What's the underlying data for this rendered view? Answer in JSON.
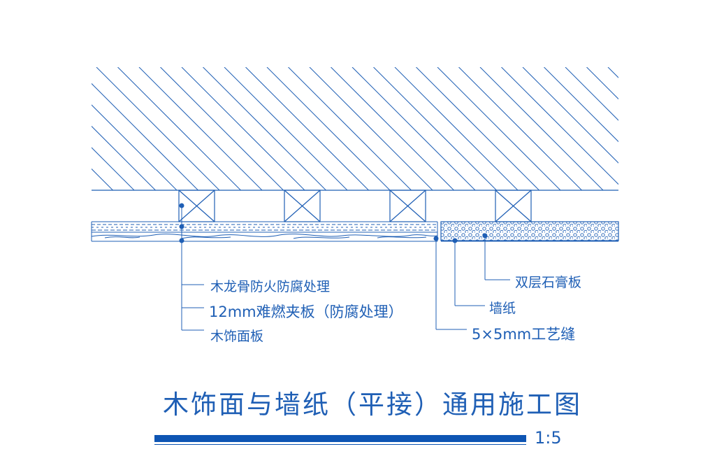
{
  "colors": {
    "line": "#1f5fb5",
    "bar": "#0e55b3",
    "background": "#ffffff"
  },
  "diagram": {
    "title": "木饰面与墙纸（平接）通用施工图",
    "scale": "1:5",
    "labels": {
      "keel": "木龙骨防火防腐处理",
      "plywood": "12mm难燃夹板（防腐处理）",
      "veneer": "木饰面板",
      "gap": "5×5mm工艺缝",
      "wallpaper": "墙纸",
      "gypsum": "双层石膏板"
    }
  }
}
